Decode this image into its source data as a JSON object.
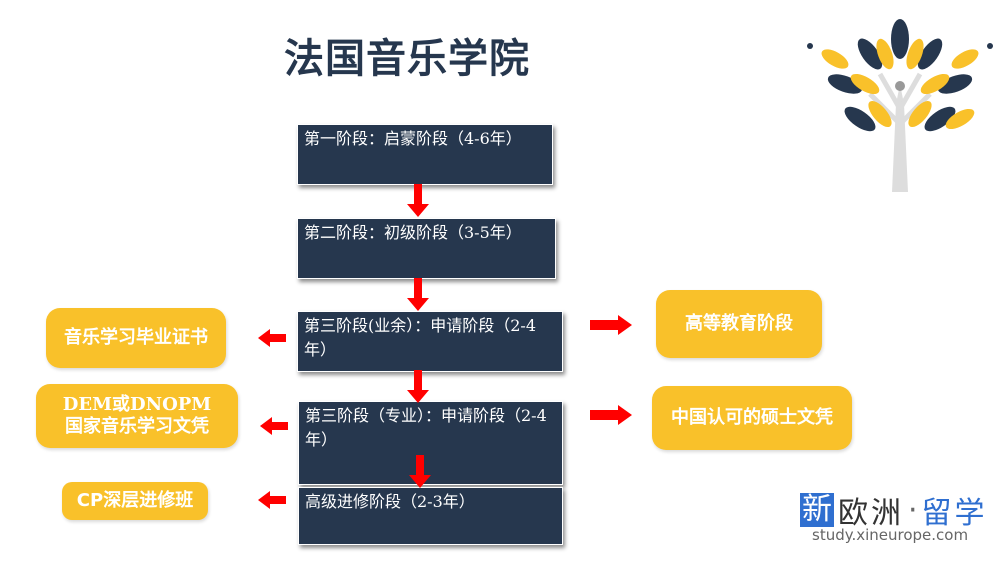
{
  "title": "法国音乐学院",
  "stages": [
    "第一阶段：启蒙阶段（4-6年）",
    "第二阶段：初级阶段（3-5年）",
    "第三阶段(业余）：申请阶段（2-4年）",
    "第三阶段（专业）：申请阶段（2-4年）",
    "高级进修阶段（2-3年）"
  ],
  "left_outcomes": [
    "音乐学习毕业证书",
    "DEM或DNOPM",
    "国家音乐学习文凭",
    "CP深层进修班"
  ],
  "right_outcomes": [
    "高等教育阶段",
    "中国认可的硕士文凭"
  ],
  "brand": {
    "mark": "新",
    "name": "欧洲",
    "dot": "·",
    "suffix": "留学",
    "url": "study.xineurope.com"
  },
  "colors": {
    "navy": "#26374e",
    "yellow": "#f9c12a",
    "red": "#f00000",
    "blue": "#2f6fd0"
  }
}
